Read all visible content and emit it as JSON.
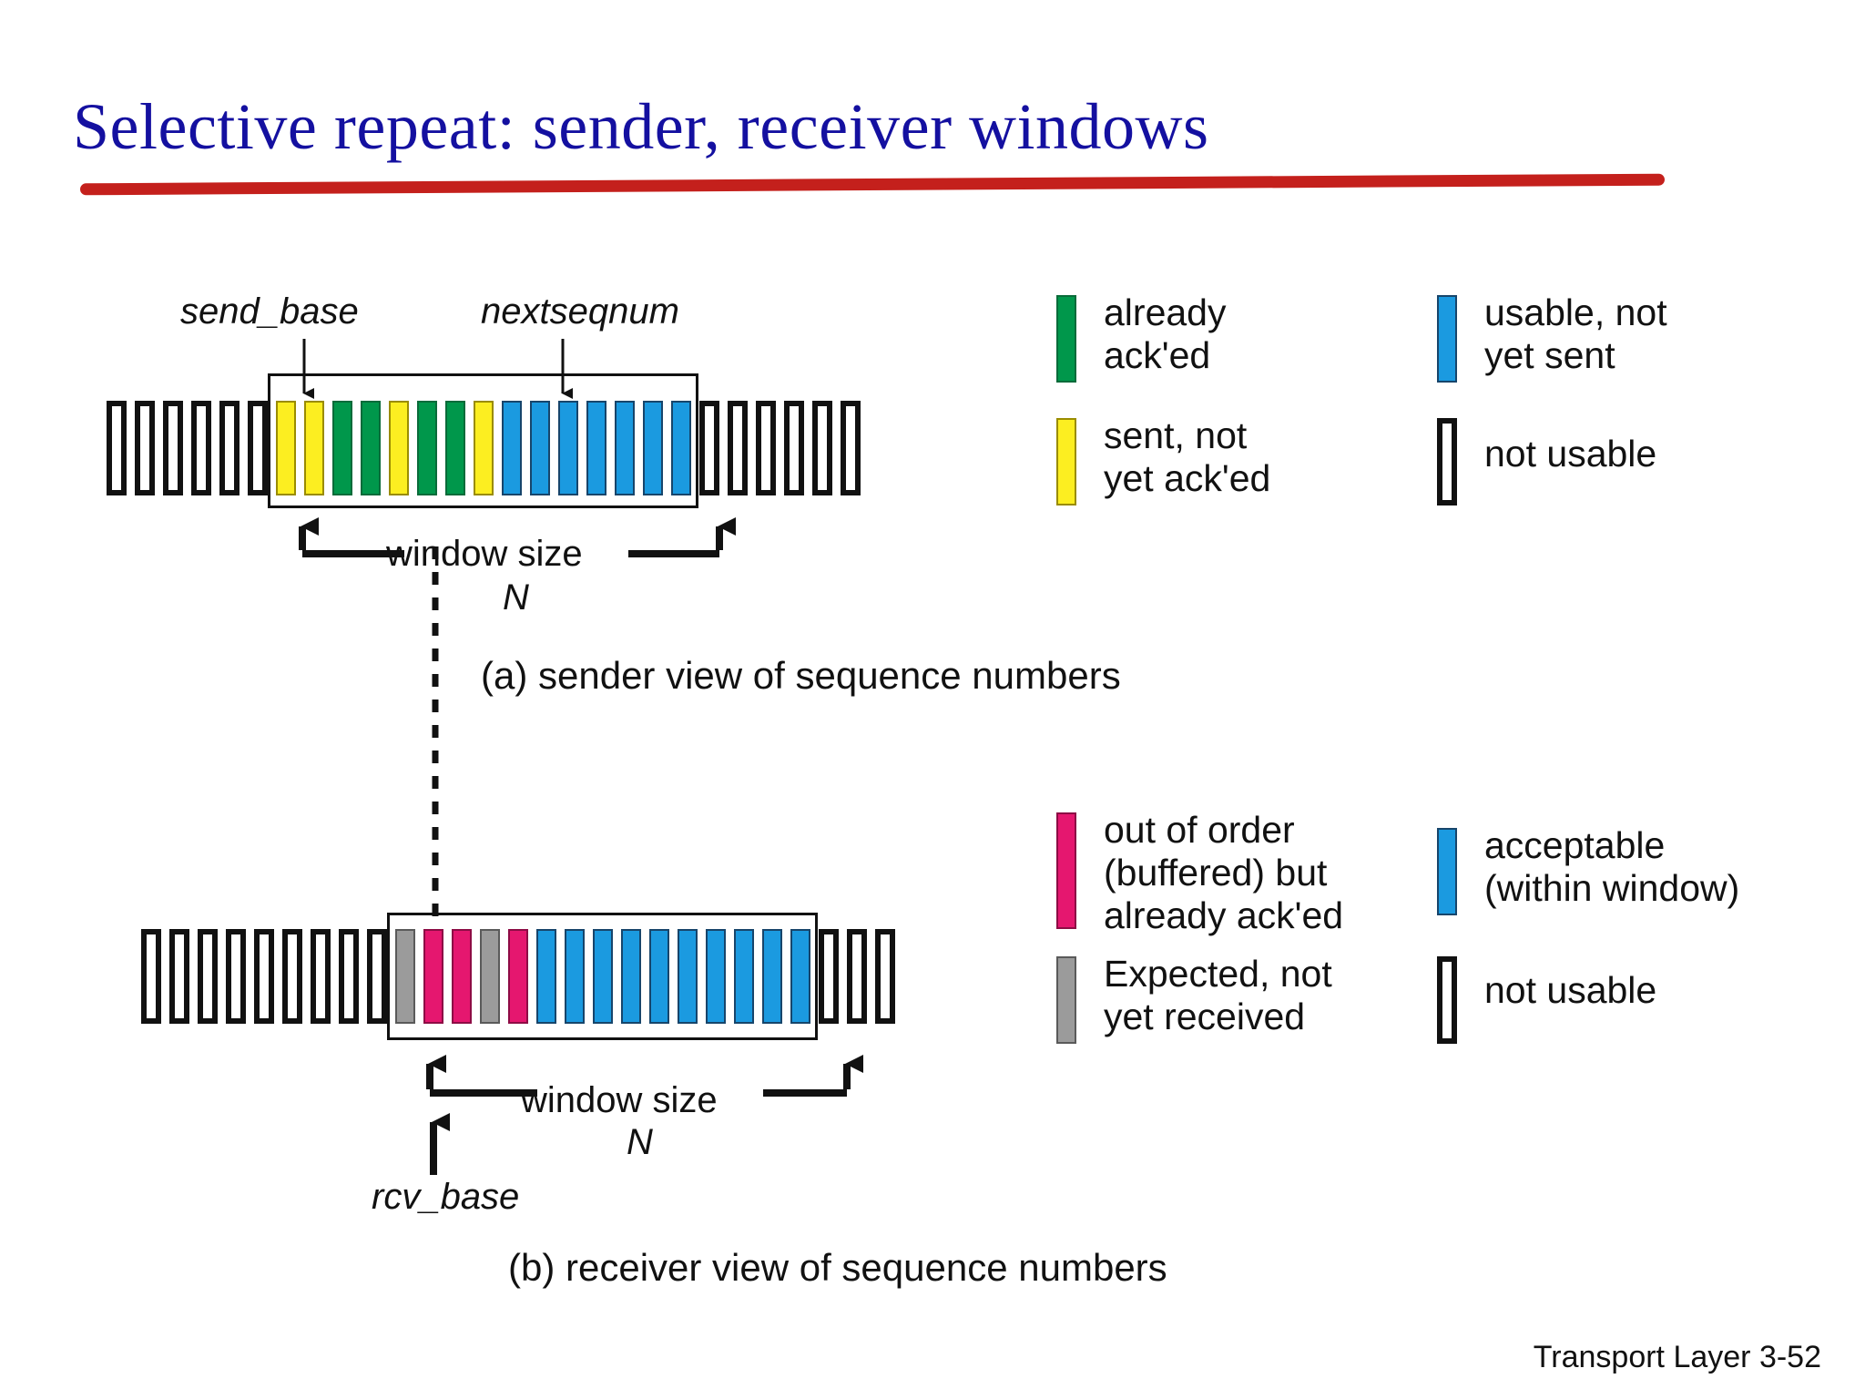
{
  "slide": {
    "title": "Selective repeat: sender, receiver windows",
    "footer": "Transport Layer 3-52",
    "accent_color": "#1410a0",
    "underline_color": "#c4201c"
  },
  "sender": {
    "label_send_base": "send_base",
    "label_nextseqnum": "nextseqnum",
    "window_size_label": "window size",
    "window_size_n": "N",
    "caption": "(a) sender view of sequence numbers",
    "cells_before": [
      "empty",
      "empty",
      "empty",
      "empty",
      "empty",
      "empty"
    ],
    "cells_window": [
      "yellow",
      "yellow",
      "green",
      "green",
      "yellow",
      "green",
      "green",
      "yellow",
      "blue",
      "blue",
      "blue",
      "blue",
      "blue",
      "blue",
      "blue"
    ],
    "cells_after": [
      "empty",
      "empty",
      "empty",
      "empty",
      "empty",
      "empty"
    ],
    "window_cell_count": 15
  },
  "receiver": {
    "label_rcv_base": "rcv_base",
    "window_size_label": "window size",
    "window_size_n": "N",
    "caption": "(b) receiver view of sequence numbers",
    "cells_before": [
      "empty",
      "empty",
      "empty",
      "empty",
      "empty",
      "empty",
      "empty",
      "empty",
      "empty"
    ],
    "cells_window": [
      "gray",
      "magenta",
      "magenta",
      "gray",
      "magenta",
      "blue",
      "blue",
      "blue",
      "blue",
      "blue",
      "blue",
      "blue",
      "blue",
      "blue",
      "blue"
    ],
    "cells_after": [
      "empty",
      "empty",
      "empty"
    ],
    "window_cell_count": 15
  },
  "legend_sender": {
    "items": [
      {
        "swatch": "green",
        "color": "#00974b",
        "text": "already\nack'ed"
      },
      {
        "swatch": "blue",
        "color": "#1b9ae0",
        "text": "usable, not\nyet sent"
      },
      {
        "swatch": "yellow",
        "color": "#fcee21",
        "text": "sent, not\nyet ack'ed"
      },
      {
        "swatch": "empty",
        "color": "#ffffff",
        "text": "not usable"
      }
    ]
  },
  "legend_receiver": {
    "items": [
      {
        "swatch": "magenta",
        "color": "#e5176f",
        "text": "out of order\n(buffered) but\nalready ack'ed"
      },
      {
        "swatch": "blue",
        "color": "#1b9ae0",
        "text": "acceptable\n(within window)"
      },
      {
        "swatch": "gray",
        "color": "#9b9b9b",
        "text": "Expected,  not\nyet received"
      },
      {
        "swatch": "empty",
        "color": "#ffffff",
        "text": "not usable"
      }
    ]
  }
}
